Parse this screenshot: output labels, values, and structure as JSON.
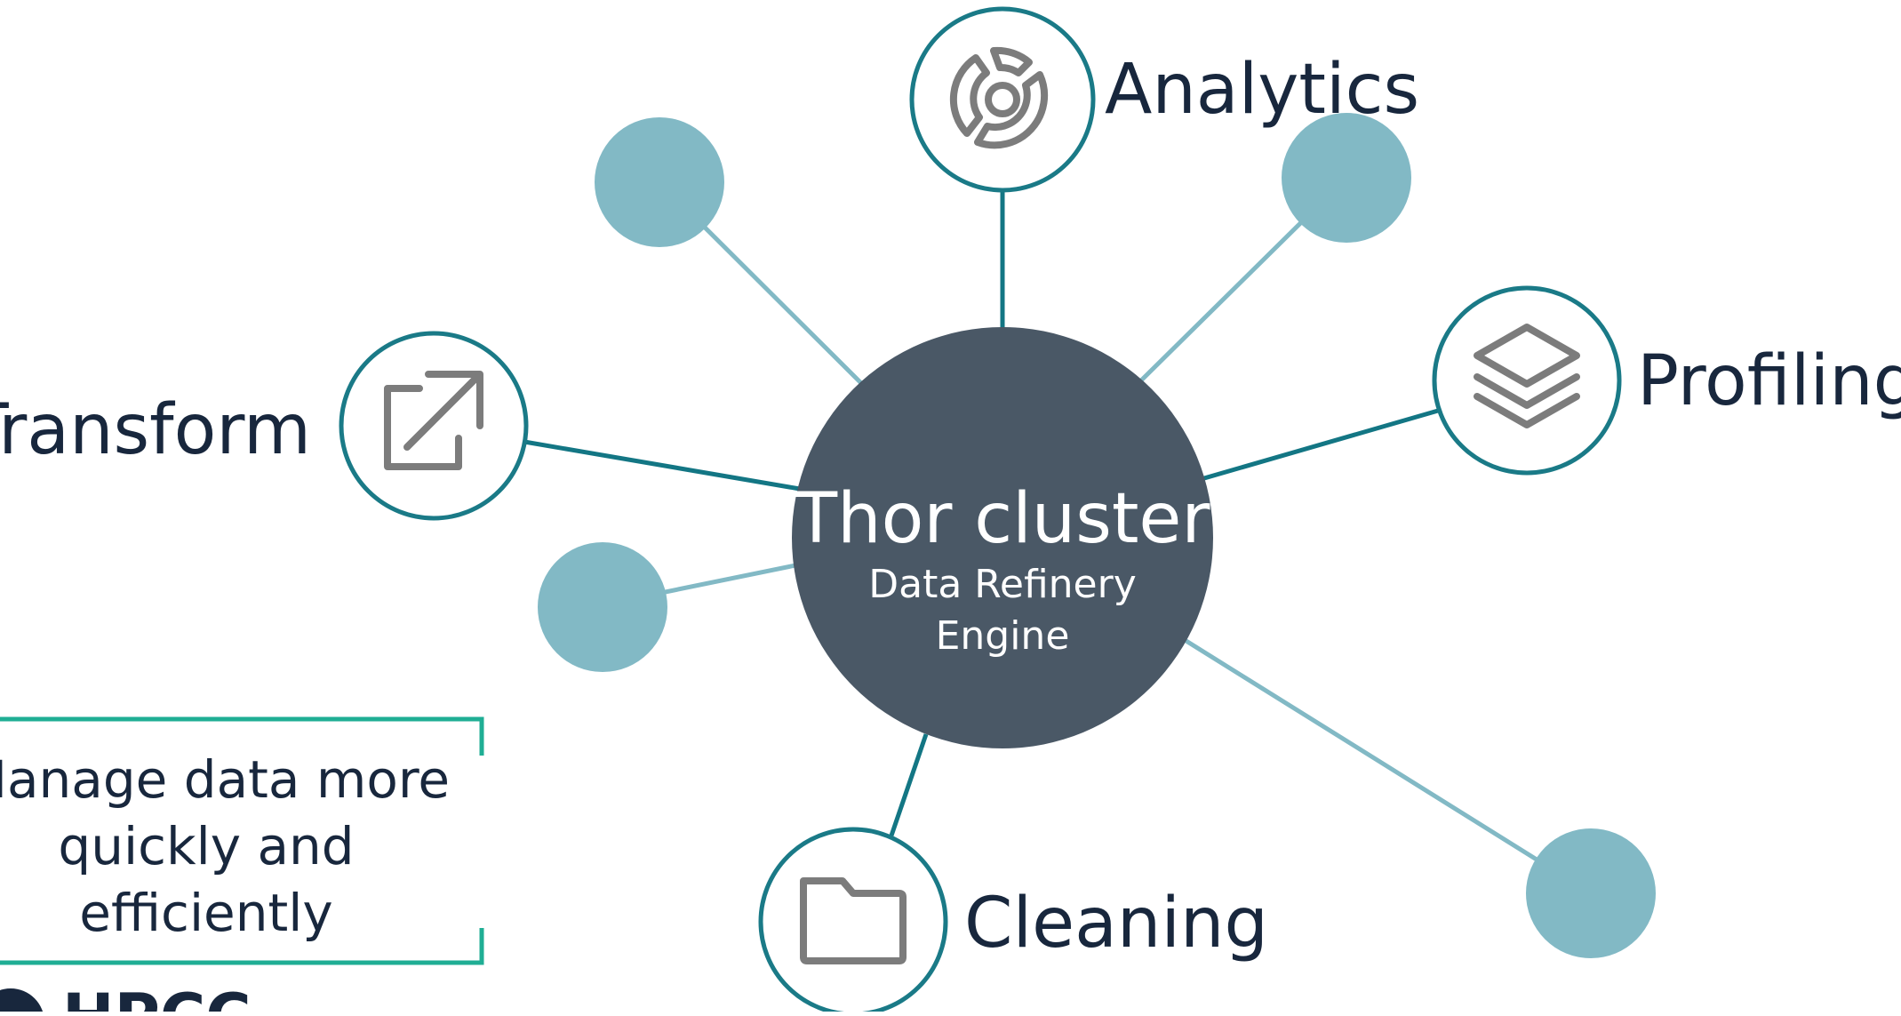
{
  "center": {
    "title": "Thor cluster",
    "subtitle_line1": "Data Refinery",
    "subtitle_line2": "Engine"
  },
  "nodes": {
    "analytics": {
      "label": "Analytics",
      "icon": "pie-chart-icon"
    },
    "profiling": {
      "label": "Profiling",
      "icon": "layers-icon"
    },
    "transform": {
      "label": "Transform",
      "icon": "external-link-icon"
    },
    "cleaning": {
      "label": "Cleaning",
      "icon": "folder-icon"
    }
  },
  "callout": {
    "line1": "Manage data more",
    "line2": "quickly and",
    "line3": "efficiently"
  },
  "colors": {
    "center_fill": "#4a5866",
    "teal_ring": "#1a7a87",
    "teal_line": "#137684",
    "light_teal": "#82b9c5",
    "callout_border": "#1fae94",
    "text_dark": "#18273d",
    "icon_gray": "#7c7c7c"
  }
}
